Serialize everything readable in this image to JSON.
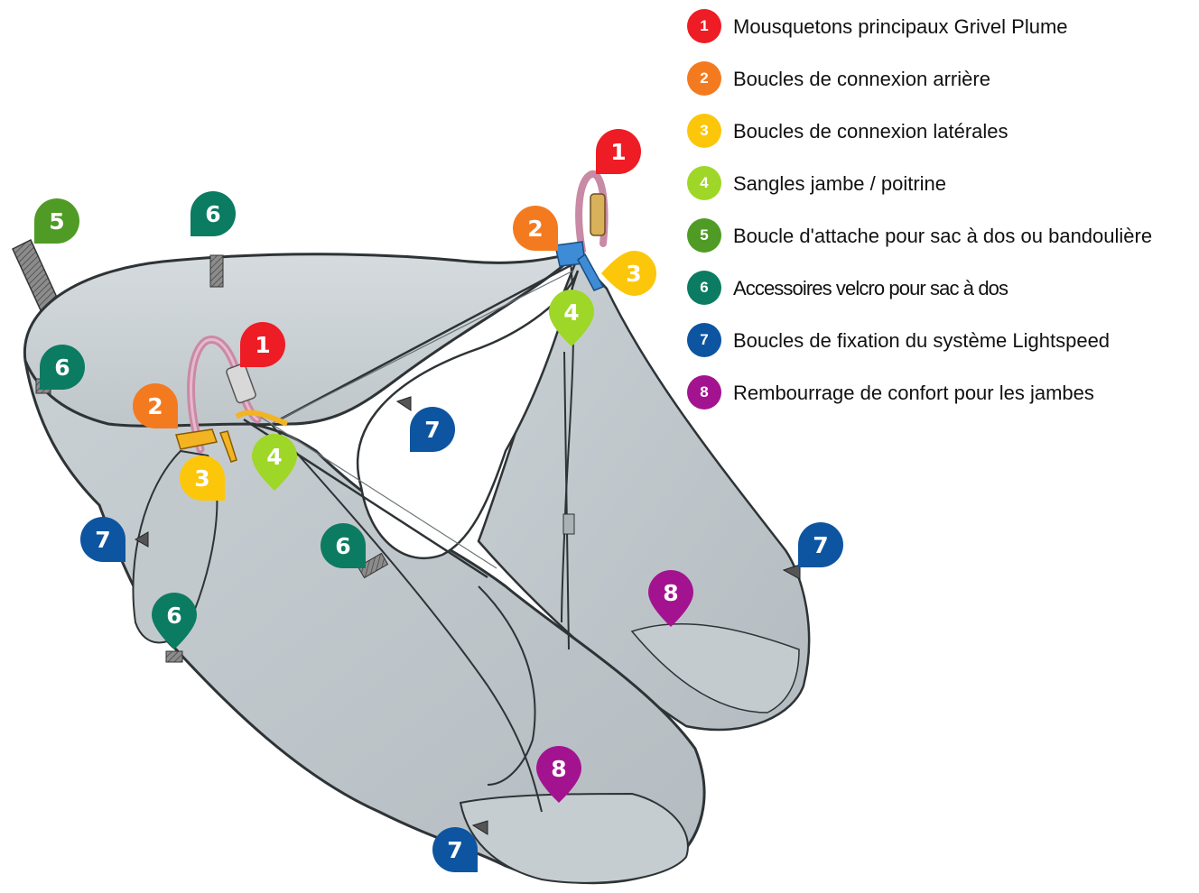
{
  "legend": [
    {
      "num": "1",
      "label": "Mousquetons principaux Grivel Plume",
      "color": "#ee1c25"
    },
    {
      "num": "2",
      "label": "Boucles de connexion arrière",
      "color": "#f47a20"
    },
    {
      "num": "3",
      "label": "Boucles de connexion latérales",
      "color": "#fcc70b"
    },
    {
      "num": "4",
      "label": "Sangles jambe / poitrine",
      "color": "#9ed727"
    },
    {
      "num": "5",
      "label": "Boucle d'attache pour sac à dos ou bandoulière",
      "color": "#4f9b25"
    },
    {
      "num": "6",
      "label": "Accessoires velcro pour sac à dos",
      "color": "#0b7b62"
    },
    {
      "num": "7",
      "label": "Boucles de fixation du système Lightspeed",
      "color": "#0d55a1"
    },
    {
      "num": "8",
      "label": "Rembourrage de confort pour les jambes",
      "color": "#a3138f"
    }
  ],
  "markers": [
    {
      "num": "1",
      "color": "#ee1c25"
    },
    {
      "num": "1",
      "color": "#ee1c25"
    },
    {
      "num": "2",
      "color": "#f47a20"
    },
    {
      "num": "2",
      "color": "#f47a20"
    },
    {
      "num": "3",
      "color": "#fcc70b"
    },
    {
      "num": "3",
      "color": "#fcc70b"
    },
    {
      "num": "4",
      "color": "#9ed727"
    },
    {
      "num": "4",
      "color": "#9ed727"
    },
    {
      "num": "5",
      "color": "#4f9b25"
    },
    {
      "num": "6",
      "color": "#0b7b62"
    },
    {
      "num": "6",
      "color": "#0b7b62"
    },
    {
      "num": "6",
      "color": "#0b7b62"
    },
    {
      "num": "6",
      "color": "#0b7b62"
    },
    {
      "num": "7",
      "color": "#0d55a1"
    },
    {
      "num": "7",
      "color": "#0d55a1"
    },
    {
      "num": "7",
      "color": "#0d55a1"
    },
    {
      "num": "7",
      "color": "#0d55a1"
    },
    {
      "num": "8",
      "color": "#a3138f"
    },
    {
      "num": "8",
      "color": "#a3138f"
    }
  ]
}
